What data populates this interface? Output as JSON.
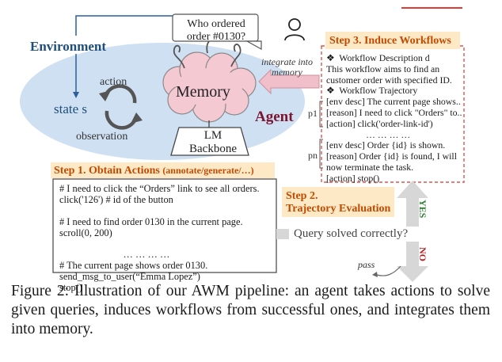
{
  "environment": {
    "title": "Environment",
    "state_label": "state s",
    "action_label": "action",
    "observation_label": "observation"
  },
  "agent": {
    "title": "Agent",
    "memory_label": "Memory",
    "lm_backbone_label": "LM\nBackbone",
    "integrate_label": "integrate into\nmemory"
  },
  "query": {
    "text": "Who ordered\norder #0130?"
  },
  "step3": {
    "title": "Step 3. Induce Workflows",
    "body": "❖  Workflow Description d\nThis workflow aims to find an\ncustomer order with specified ID.\n❖  Workflow Trajectory\n[env desc] The current page shows..\n[reason] I need to click \"Orders\" to..\n[action] click('order-link-id')\n                 … … … …\n[env desc] Order {id} is shown.\n[reason] Order {id} is found, I will\nnow terminate the task.\n[action] stop()",
    "p1_label": "p1",
    "pn_label": "pn"
  },
  "step1": {
    "title": "Step 1. Obtain Actions",
    "subtitle": "(annotate/generate/…)",
    "body": "# I need to click the “Orders” link to see all orders.\nclick('126') # id of the button\n\n# I need to find order 0130 in the current page.\nscroll(0, 200)\n\n                          … … … …\n# The current page shows order 0130.\nsend_msg_to_user(“Emma Lopez”)\nstop()"
  },
  "step2": {
    "title": "Step 2.\nTrajectory Evaluation",
    "query_label": "Query solved correctly?",
    "yes_label": "YES",
    "no_label": "NO",
    "pass_label": "pass"
  },
  "caption": "Figure 2: Illustration of our AWM pipeline: an agent takes actions to solve given queries, induces workflows from successful ones, and integrates them into memory.",
  "colors": {
    "env_blue": "#1f4e79",
    "ellipse_fill": "#cfe0f3",
    "cloud_fill": "#f4c9d2",
    "agent_title": "#7b1530",
    "step_orange": "#c24a00",
    "step_bg": "#fde9c6",
    "step3_border": "#e0524f",
    "gray_arrow": "#d7d7d7",
    "yes_green": "#2e7d32",
    "no_red": "#b71c1c",
    "top_red_line": "#e53935"
  },
  "icons": [
    "person-icon",
    "cycle-arrows-icon",
    "curly-arrow-icon",
    "speech-bubble-icon"
  ]
}
